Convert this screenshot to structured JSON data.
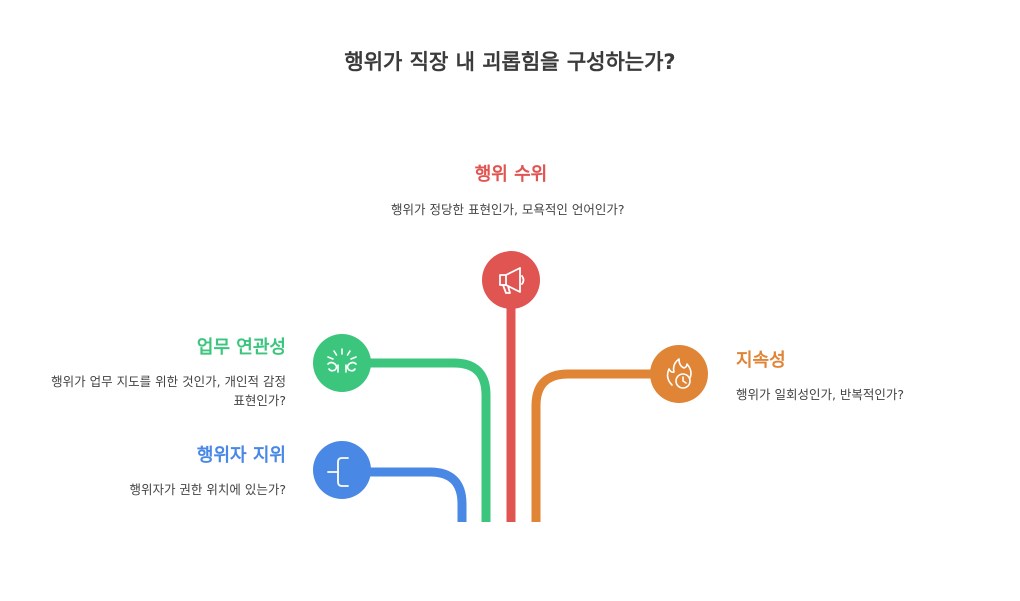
{
  "title": "행위가 직장 내 괴롭힘을 구성하는가?",
  "nodes": {
    "act_method": {
      "label": "행위 수위",
      "description": "행위가 정당한 표현인가, 모욕적인 언어인가?",
      "color": "#e05451",
      "icon": "megaphone-icon"
    },
    "work_relevance": {
      "label": "업무 연관성",
      "description": "행위가 업무 지도를 위한 것인가, 개인적 감정 표현인가?",
      "color": "#3cc67d",
      "icon": "radiating-face-icon"
    },
    "actor_position": {
      "label": "행위자 지위",
      "description": "행위자가 권한 위치에 있는가?",
      "color": "#4a88e6",
      "icon": "hierarchy-bracket-icon"
    },
    "persistence": {
      "label": "지속성",
      "description": "행위가 일회성인가, 반복적인가?",
      "color": "#e08436",
      "icon": "flame-clock-icon"
    }
  }
}
